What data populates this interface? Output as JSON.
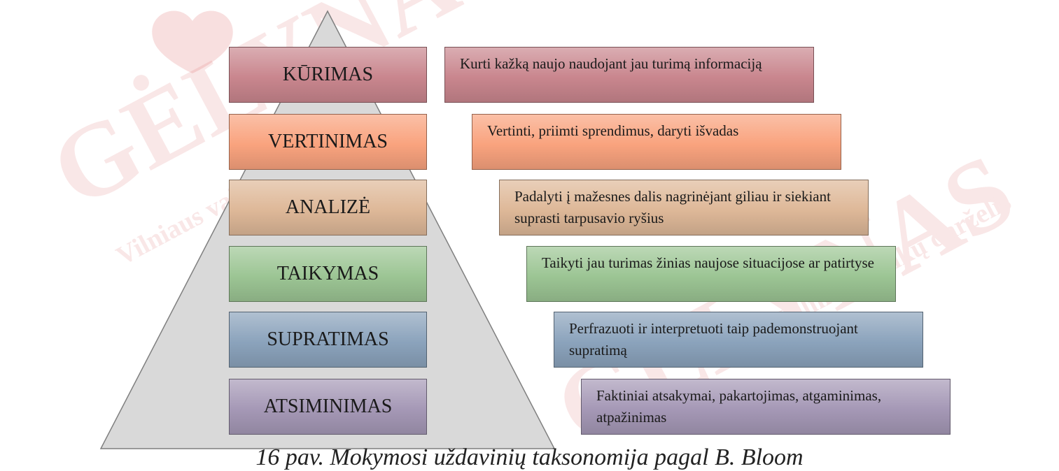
{
  "levels": [
    {
      "label": "KŪRIMAS",
      "description": "Kurti kažką naujo naudojant jau turimą informaciją",
      "color": "#c9868e"
    },
    {
      "label": "VERTINIMAS",
      "description": "Vertinti, priimti sprendimus, daryti išvadas",
      "color": "#f9a37e"
    },
    {
      "label": "ANALIZĖ",
      "description": "Padalyti į mažesnes dalis nagrinėjant giliau ir siekiant suprasti tarpusavio ryšius",
      "color": "#deb898"
    },
    {
      "label": "TAIKYMAS",
      "description": "Taikyti jau turimas žinias naujose situacijose ar patirtyse",
      "color": "#9cc594"
    },
    {
      "label": "SUPRATIMAS",
      "description": "Perfrazuoti ir interpretuoti taip pademonstruojant supratimą",
      "color": "#8ba3bc"
    },
    {
      "label": "ATSIMINIMAS",
      "description": "Faktiniai atsakymai, pakartojimas, atgaminimas, atpažinimas",
      "color": "#a598b6"
    }
  ],
  "watermark": {
    "big": "GĖLYNAS",
    "small": "Vilniaus vaikų darželis"
  },
  "caption": "16 pav. Mokymosi uždavinių taksonomija pagal B. Bloom"
}
